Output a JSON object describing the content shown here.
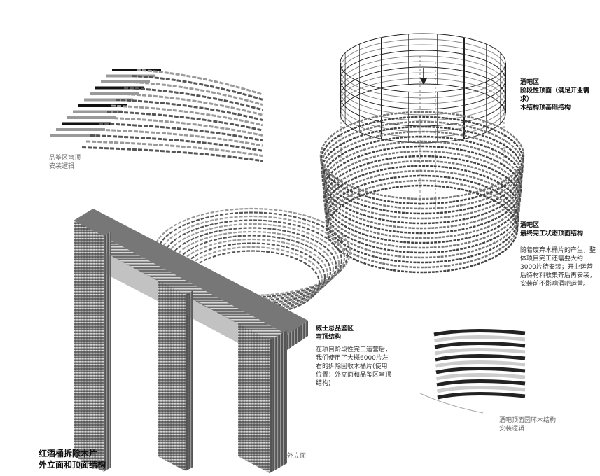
{
  "labels": {
    "tasting_vault": "品鉴区穹顶\n安装逻辑",
    "bar_stage_title": "酒吧区\n阶段性顶面（满足开业需求）\n木结构顶基础结构",
    "bar_final_title": "酒吧区\n最终完工状态顶面结构",
    "bar_final_desc": "随着废弃木桶片的产生，整\n体项目完工还需要大约\n3000片待安装；开业运营\n后待材料收集齐后再安装，\n安装前不影响酒吧运营。",
    "whisky_title": "威士忌品鉴区\n穹顶结构",
    "whisky_desc": "在项目阶段性完工运营后，\n我们使用了大概6000片左\n右的拆除回收木桶片(使用\n位置：外立面和品鉴区穹顶\n结构)",
    "ring_logic": "酒吧顶面圆环木结构\n安装逻辑",
    "facade": "外立面",
    "main_title": "红酒桶拆除木片\n外立面和顶面结构"
  },
  "colors": {
    "ink": "#111111",
    "stave_dark": "#333333",
    "stave_mid": "#777777",
    "stave_light": "#bbbbbb"
  }
}
